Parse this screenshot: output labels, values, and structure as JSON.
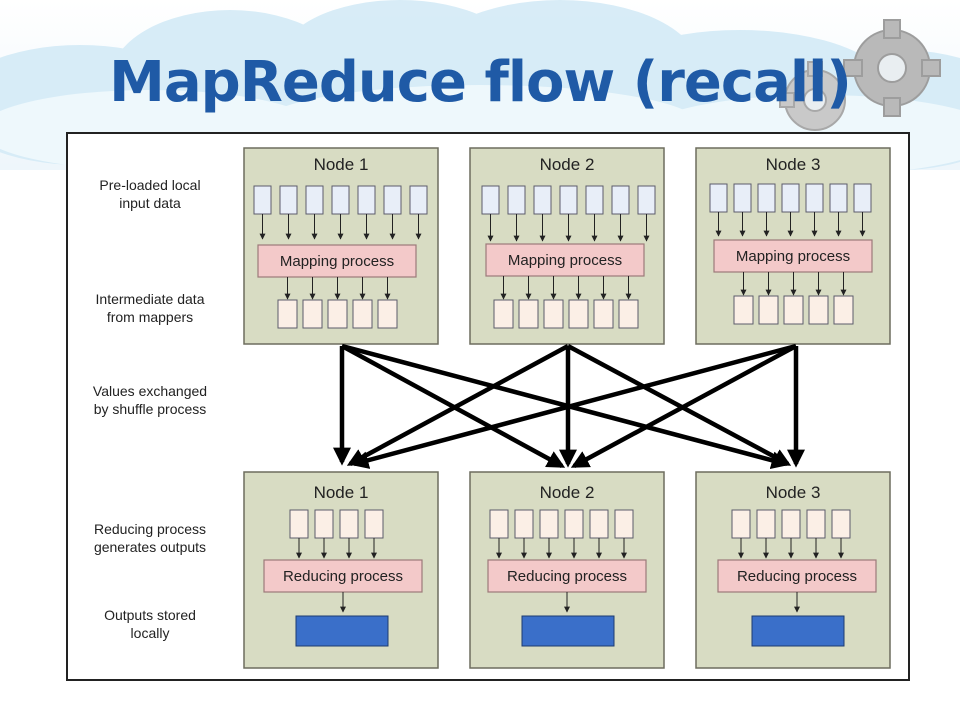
{
  "slide": {
    "title": "MapReduce flow (recall)"
  },
  "left_labels": {
    "input": [
      "Pre-loaded local",
      "input data"
    ],
    "intermediate": [
      "Intermediate data",
      "from mappers"
    ],
    "shuffle": [
      "Values exchanged",
      "by shuffle process"
    ],
    "reducing": [
      "Reducing process",
      "generates outputs"
    ],
    "outputs": [
      "Outputs stored",
      "locally"
    ]
  },
  "map_nodes": [
    {
      "title": "Node 1",
      "process": "Mapping process",
      "inputs": 7,
      "intermediates": 5
    },
    {
      "title": "Node 2",
      "process": "Mapping process",
      "inputs": 7,
      "intermediates": 6
    },
    {
      "title": "Node 3",
      "process": "Mapping process",
      "inputs": 7,
      "intermediates": 5
    }
  ],
  "reduce_nodes": [
    {
      "title": "Node 1",
      "process": "Reducing process",
      "inputs": 4
    },
    {
      "title": "Node 2",
      "process": "Reducing process",
      "inputs": 6
    },
    {
      "title": "Node 3",
      "process": "Reducing process",
      "inputs": 5
    }
  ],
  "colors": {
    "node_fill": "#d8dcc3",
    "node_border": "#6d6d5e",
    "process_fill": "#f3c9c9",
    "process_border": "#9c7a7a",
    "input_box_fill": "#e8eef8",
    "intermediate_box_fill": "#fbefe6",
    "output_fill": "#3a6fc9",
    "title_color": "#1f5aa6"
  }
}
